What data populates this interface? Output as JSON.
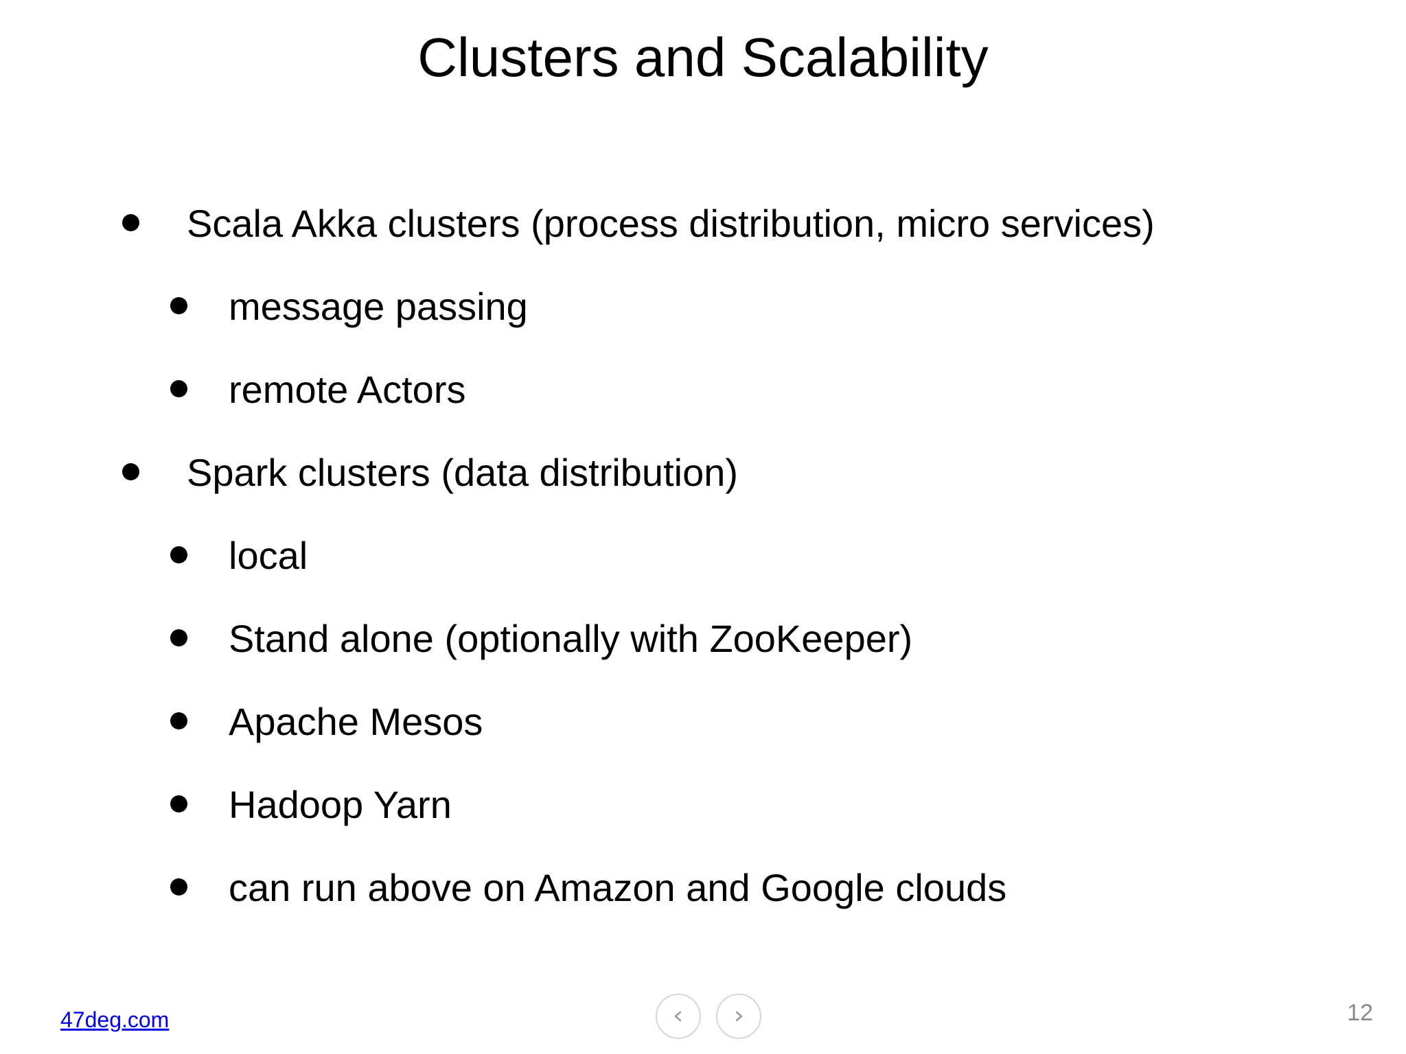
{
  "slide": {
    "title": "Clusters and Scalability",
    "bullets": [
      {
        "level": 1,
        "text": "Scala Akka clusters (process distribution, micro services)"
      },
      {
        "level": 2,
        "text": "message passing"
      },
      {
        "level": 2,
        "text": "remote Actors"
      },
      {
        "level": 1,
        "text": "Spark clusters (data distribution)"
      },
      {
        "level": 2,
        "text": "local"
      },
      {
        "level": 2,
        "text": "Stand alone (optionally with ZooKeeper)"
      },
      {
        "level": 2,
        "text": "Apache Mesos"
      },
      {
        "level": 2,
        "text": "Hadoop Yarn"
      },
      {
        "level": 2,
        "text": "can run above on Amazon and Google clouds"
      }
    ]
  },
  "footer": {
    "link_text": "47deg.com",
    "page_number": "12"
  },
  "navigation": {
    "prev_icon": "chevron-left-icon",
    "next_icon": "chevron-right-icon",
    "border_color": "#d6d6d6",
    "icon_color": "#999999"
  },
  "colors": {
    "text": "#000000",
    "link": "#0000ee",
    "page_number": "#8a8a8a",
    "background": "#ffffff"
  }
}
